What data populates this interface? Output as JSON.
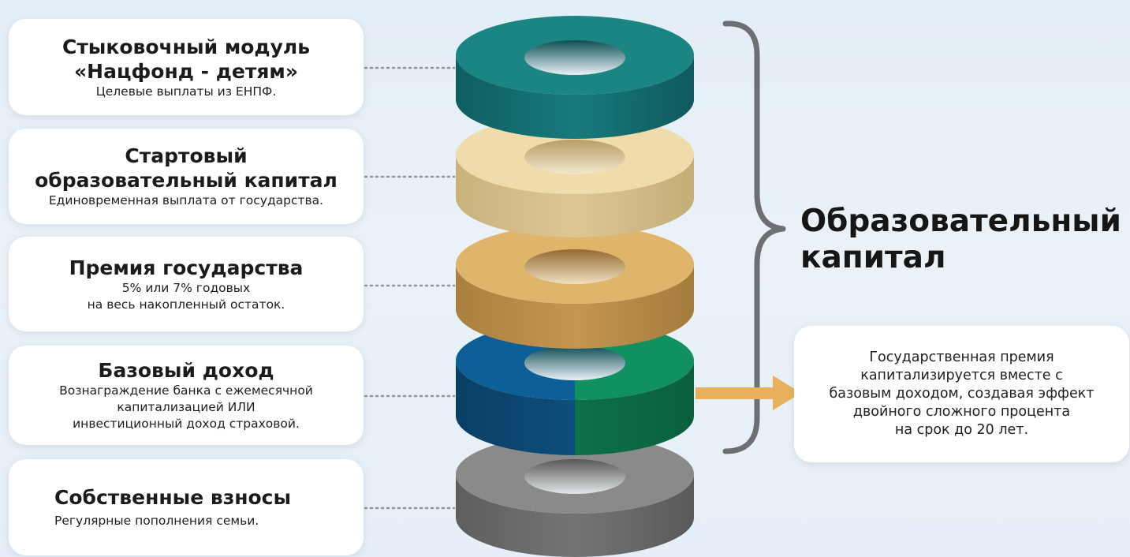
{
  "cards": [
    {
      "title": "Стыковочный модуль\n«Нацфонд - детям»",
      "desc": "Целевые выплаты из ЕНПФ.",
      "color": "#1a8583"
    },
    {
      "title": "Стартовый\nобразовательный капитал",
      "desc": "Единовременная выплата от государства.",
      "color": "#efdcaa"
    },
    {
      "title": "Премия государства",
      "desc": "5% или 7% годовых\nна весь накопленный остаток.",
      "color": "#dfb46b"
    },
    {
      "title": "Базовый доход",
      "desc": "Вознаграждение банка с ежемесячной\nкапитализацией ИЛИ\nинвестиционный доход страховой.",
      "colors": [
        "#0d5f98",
        "#129160"
      ]
    },
    {
      "title": "Собственные взносы",
      "desc": "Регулярные пополнения семьи.",
      "color": "#8a8a8a"
    }
  ],
  "group_label": "Образовательный\nкапитал",
  "note": "Государственная премия\nкапитализируется вместе с\nбазовым доходом, создавая эффект\nдвойного сложного процента\nна срок до 20 лет.",
  "colors": {
    "connector": "#8f969c",
    "brace": "#6d6f72",
    "arrow": "#e8b05d"
  },
  "icons": [
    "ring-layer-icon",
    "brace-icon",
    "arrow-right-icon"
  ]
}
